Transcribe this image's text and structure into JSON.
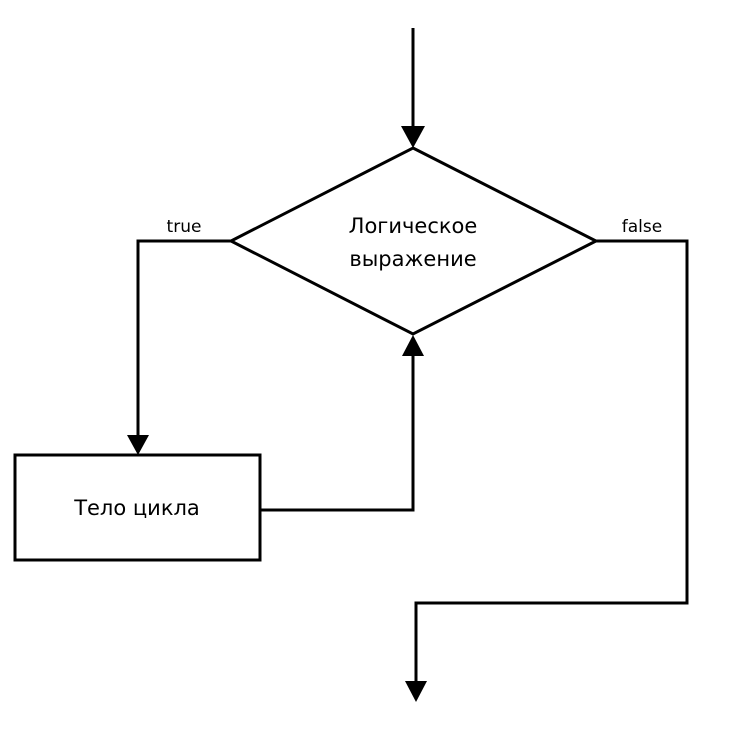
{
  "diagram": {
    "decision": {
      "line1": "Логическое",
      "line2": "выражение"
    },
    "process": {
      "label": "Тело цикла"
    },
    "edges": {
      "true_label": "true",
      "false_label": "false"
    },
    "colors": {
      "stroke": "#000000",
      "background": "#ffffff"
    }
  }
}
